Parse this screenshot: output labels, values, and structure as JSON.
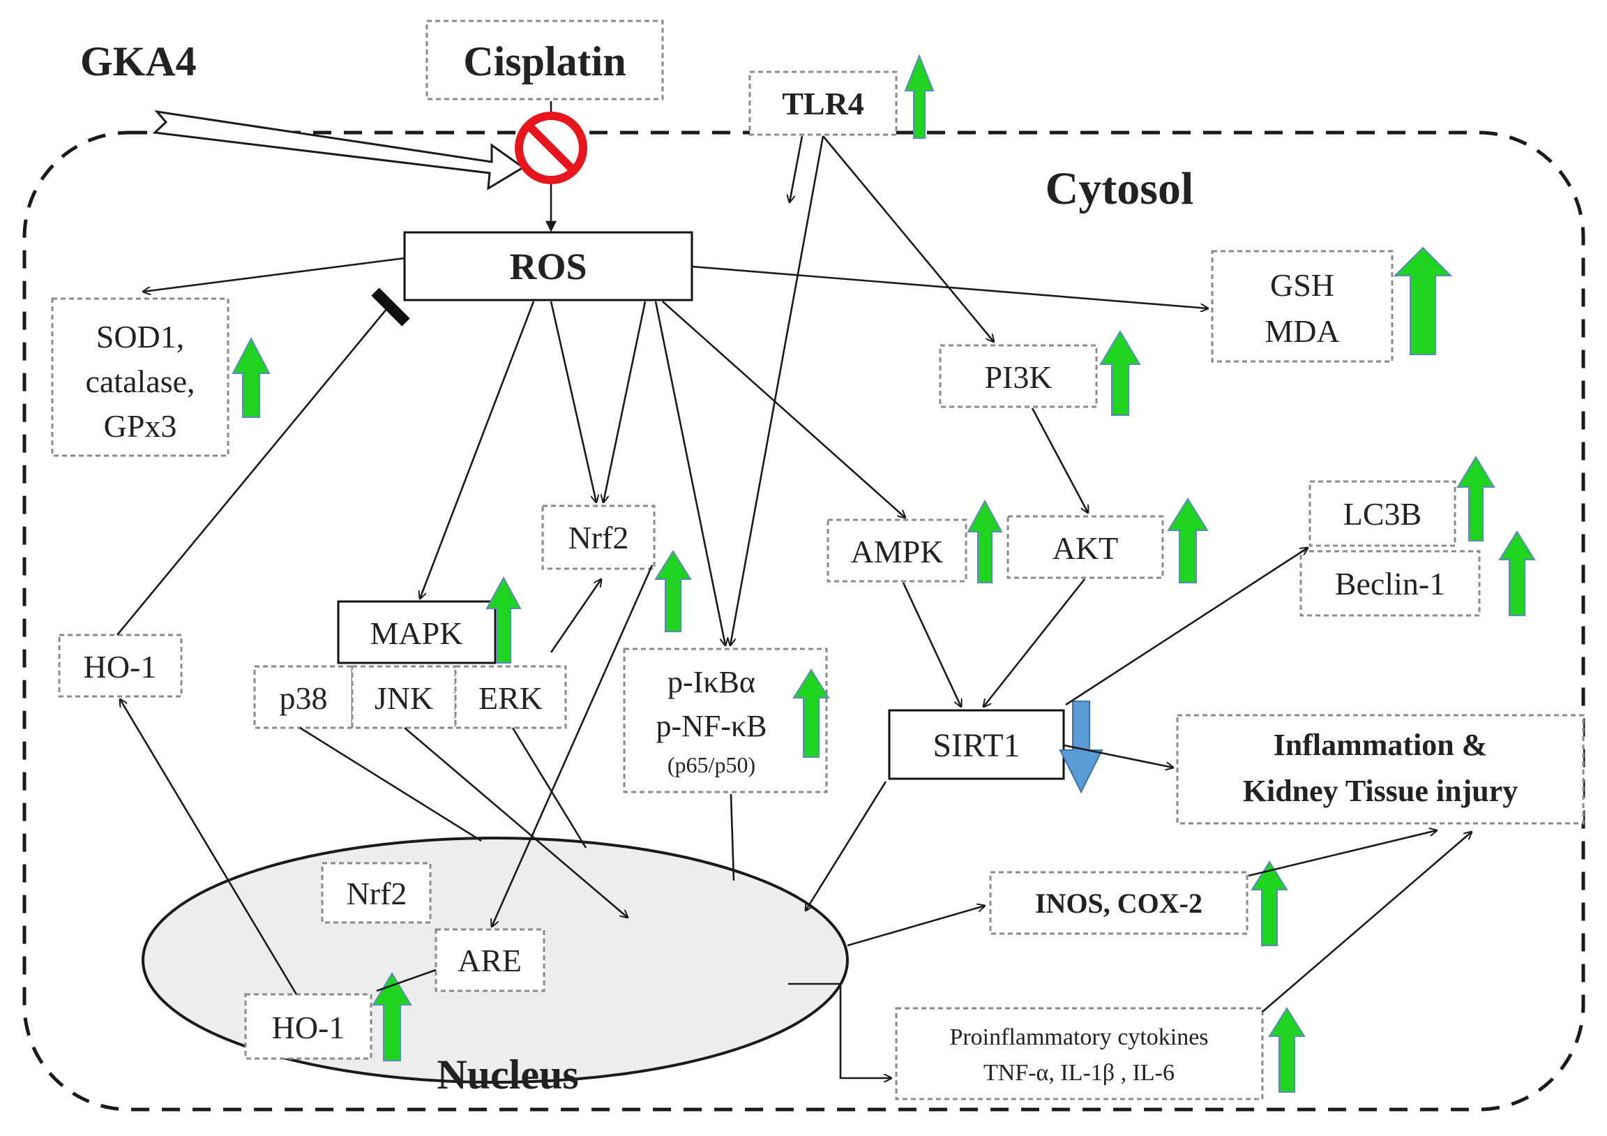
{
  "diagram": {
    "drug": "Cisplatin",
    "treatment": "GKA4",
    "compartments": {
      "cytosol": "Cytosol",
      "nucleus": "Nucleus"
    },
    "nodes": {
      "tlr4": "TLR4",
      "ros": "ROS",
      "antioxidants": [
        "SOD1,",
        "catalase,",
        "GPx3"
      ],
      "gsh_mda": [
        "GSH",
        "MDA"
      ],
      "pi3k": "PI3K",
      "nrf2_cyto": "Nrf2",
      "ampk": "AMPK",
      "akt": "AKT",
      "lc3b": "LC3B",
      "beclin1": "Beclin-1",
      "ho1_cyto": "HO-1",
      "mapk": "MAPK",
      "p38": "p38",
      "jnk": "JNK",
      "erk": "ERK",
      "nfkb": [
        "p-IκBα",
        "p-NF-κB",
        "(p65/p50)"
      ],
      "sirt1": "SIRT1",
      "inflammation": [
        "Inflammation &",
        "Kidney Tissue injury"
      ],
      "nrf2_nuc": "Nrf2",
      "are": "ARE",
      "ho1_nuc": "HO-1",
      "inos_cox2": "INOS, COX-2",
      "cytokines": [
        "Proinflammatory cytokines",
        "TNF-α, IL-1β , IL-6"
      ]
    },
    "colors": {
      "upregulated": "#1ed41e",
      "downregulated": "#5b9bd5",
      "inhibition_sign": "#e8161c"
    }
  }
}
